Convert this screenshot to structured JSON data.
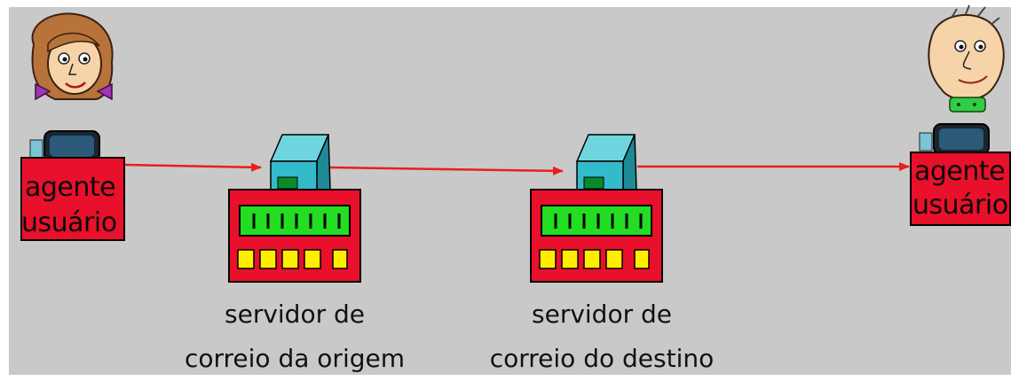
{
  "user_agents": [
    {
      "line1": "agente",
      "line2": "usuário"
    },
    {
      "line1": "agente",
      "line2": "usuário"
    }
  ],
  "servers": [
    {
      "line1": "servidor de",
      "line2": "correio da origem"
    },
    {
      "line1": "servidor de",
      "line2": "correio do destino"
    }
  ],
  "colors": {
    "background": "#c9c9c9",
    "arrow": "#ee1c1c",
    "box_red": "#e8102b",
    "display_green": "#22dd22",
    "slot_yellow": "#ffee00",
    "monitor_teal": "#33bbcc"
  }
}
